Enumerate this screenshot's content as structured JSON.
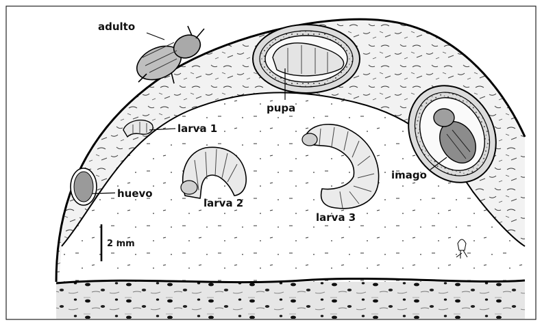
{
  "figure": {
    "labels": {
      "adulto": "adulto",
      "pupa": "pupa",
      "larva1": "larva 1",
      "imago": "imago",
      "larva2": "larva 2",
      "huevo": "huevo",
      "larva3": "larva 3",
      "scale": "2 mm"
    }
  }
}
